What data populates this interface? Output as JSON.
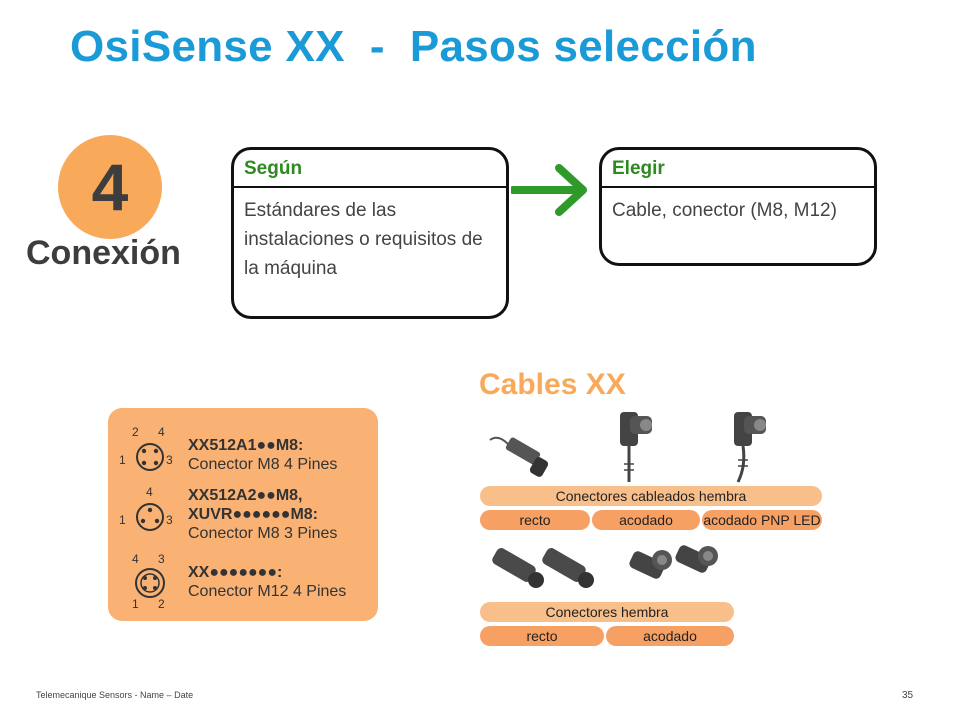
{
  "title": "OsiSense XX  -  Pasos selección",
  "step": {
    "number": "4",
    "label": "Conexión"
  },
  "segun": {
    "header": "Según",
    "body": "Estándares de las instalaciones o requisitos de la máquina"
  },
  "elegir": {
    "header": "Elegir",
    "body": "Cable, conector (M8, M12)"
  },
  "pin_options": [
    {
      "code": "XX512A1●●M8:",
      "extra": "",
      "desc": "Conector M8 4 Pines",
      "pins": "2 4 1 3"
    },
    {
      "code": "XX512A2●●M8,",
      "extra": "XUVR●●●●●●M8:",
      "desc": "Conector M8 3 Pines",
      "pins": "4 1 3"
    },
    {
      "code": "XX●●●●●●●:",
      "extra": "",
      "desc": "Conector M12 4 Pines",
      "pins": "4 3 1 2"
    }
  ],
  "cables": {
    "title": "Cables XX",
    "cabled_bar": "Conectores cableados hembra",
    "cabled_types": [
      "recto",
      "acodado",
      "acodado PNP LED"
    ],
    "female_bar": "Conectores hembra",
    "female_types": [
      "recto",
      "acodado"
    ]
  },
  "footer": {
    "text": "Telemecanique Sensors - Name – Date",
    "page": "35"
  },
  "colors": {
    "title": "#1a9ad6",
    "accent_green": "#2d8a1e",
    "orange": "#f8a95a"
  }
}
